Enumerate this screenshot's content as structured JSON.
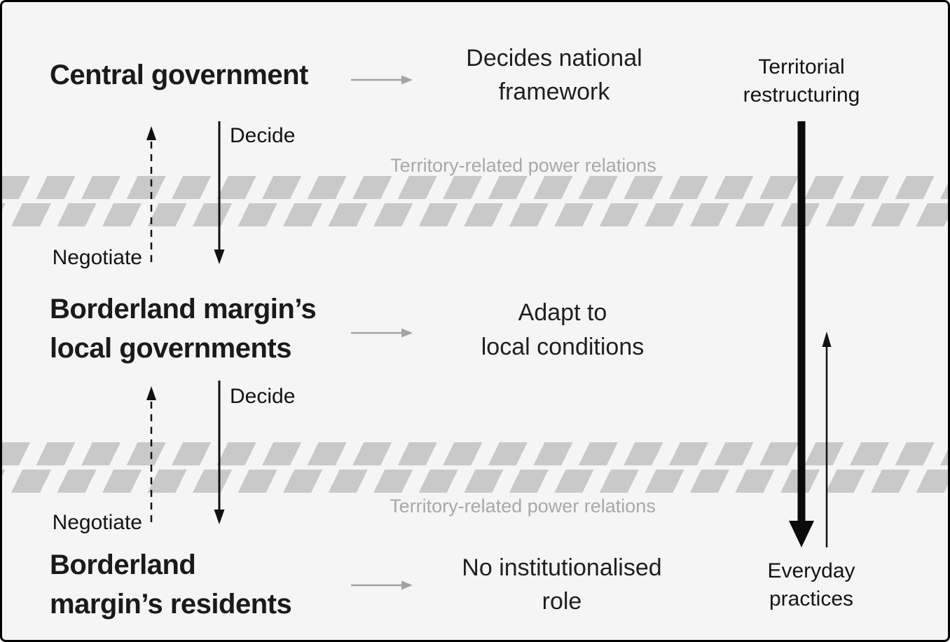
{
  "figure": {
    "type": "diagram",
    "description_note": "three-actor power-relations diagram"
  },
  "palette": {
    "background": "#f5f5f6",
    "stripe_gray": "#c9c9c9",
    "muted_label_gray": "#a8a8a8",
    "arrow_gray": "#a3a3a3",
    "ink": "#1a1a1a",
    "border": "#000000"
  },
  "rows": [
    {
      "actor": "Central government",
      "action": "Decides national\nframework"
    },
    {
      "actor": "Borderland margin’s\nlocal governments",
      "action": "Adapt to\nlocal conditions"
    },
    {
      "actor": "Borderland\nmargin’s residents",
      "action": "No institutionalised\nrole"
    }
  ],
  "relations": {
    "decide_label": "Decide",
    "negotiate_label": "Negotiate"
  },
  "bands": {
    "label": "Territory-related power relations"
  },
  "right_column": {
    "top_label": "Territorial\nrestructuring",
    "bottom_label": "Everyday\npractices"
  },
  "icons": {
    "gray_right_arrow": "→",
    "solid_down_arrow": "↓",
    "dashed_up_arrow": "⇡",
    "thick_down_arrow": "⬇",
    "thin_up_arrow": "↑"
  }
}
